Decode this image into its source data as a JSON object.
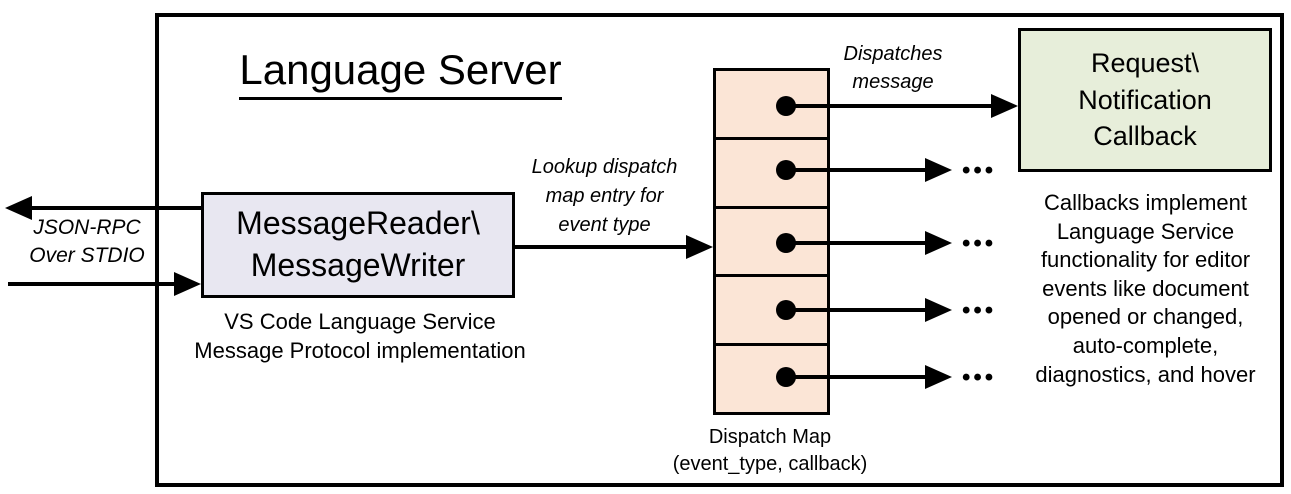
{
  "diagram": {
    "title": "Language Server",
    "io_label": "JSON-RPC\nOver STDIO",
    "reader_box_label": "MessageReader\\\nMessageWriter",
    "reader_box_caption": "VS Code Language Service\nMessage Protocol implementation",
    "lookup_label": "Lookup dispatch\nmap entry for\nevent type",
    "dispatches_label": "Dispatches\nmessage",
    "dispatch_map_label": "Dispatch Map\n(event_type, callback)",
    "dispatch_map_cells": 5,
    "callback_box_label": "Request\\\nNotification\nCallback",
    "callbacks_caption": "Callbacks implement\nLanguage Service\nfunctionality for editor\nevents like document\nopened or changed,\nauto-complete,\ndiagnostics, and hover",
    "ellipsis": "•••",
    "colors": {
      "reader_box_fill": "#e8e7f1",
      "dispatch_map_fill": "#fbe5d6",
      "callback_box_fill": "#e7eeda",
      "line": "#000000"
    }
  }
}
